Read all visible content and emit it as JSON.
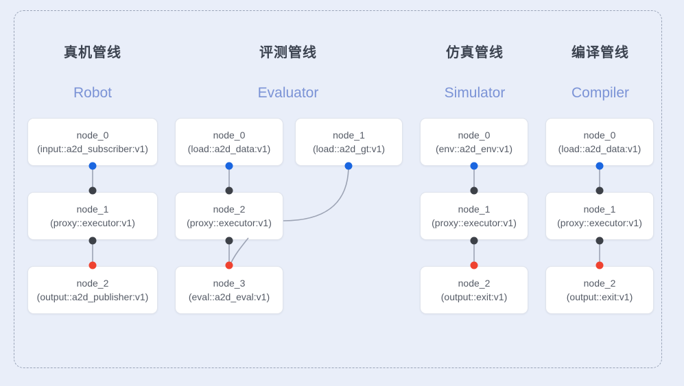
{
  "diagram": {
    "background_color": "#e9eef9",
    "frame_border_color": "#9aa4b8",
    "accent_color": "#7b93d6",
    "port_colors": {
      "input": "#1a66e0",
      "link": "#3d4148",
      "output": "#ef4230"
    }
  },
  "columns": [
    {
      "title_cn": "真机管线",
      "title_en": "Robot",
      "nodes": [
        {
          "name": "node_0",
          "type": "(input::a2d_subscriber:v1)"
        },
        {
          "name": "node_1",
          "type": "(proxy::executor:v1)"
        },
        {
          "name": "node_2",
          "type": "(output::a2d_publisher:v1)"
        }
      ]
    },
    {
      "title_cn": "评测管线",
      "title_en": "Evaluator",
      "nodes": [
        {
          "name": "node_0",
          "type": "(load::a2d_data:v1)"
        },
        {
          "name": "node_1",
          "type": "(load::a2d_gt:v1)"
        },
        {
          "name": "node_2",
          "type": "(proxy::executor:v1)"
        },
        {
          "name": "node_3",
          "type": "(eval::a2d_eval:v1)"
        }
      ]
    },
    {
      "title_cn": "仿真管线",
      "title_en": "Simulator",
      "nodes": [
        {
          "name": "node_0",
          "type": "(env::a2d_env:v1)"
        },
        {
          "name": "node_1",
          "type": "(proxy::executor:v1)"
        },
        {
          "name": "node_2",
          "type": "(output::exit:v1)"
        }
      ]
    },
    {
      "title_cn": "编译管线",
      "title_en": "Compiler",
      "nodes": [
        {
          "name": "node_0",
          "type": "(load::a2d_data:v1)"
        },
        {
          "name": "node_1",
          "type": "(proxy::executor:v1)"
        },
        {
          "name": "node_2",
          "type": "(output::exit:v1)"
        }
      ]
    }
  ]
}
